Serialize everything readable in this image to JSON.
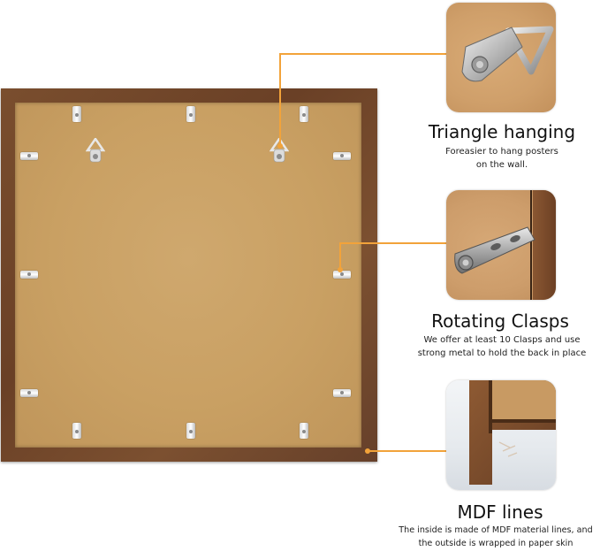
{
  "features": [
    {
      "title": "Triangle hanging",
      "description_lines": [
        "Foreasier to hang posters",
        "on the wall."
      ],
      "icon": "triangle-hanger-icon"
    },
    {
      "title": "Rotating Clasps",
      "description_lines": [
        "We offer at least 10 Clasps and use",
        "strong metal to hold the back in place"
      ],
      "icon": "rotating-clasp-icon"
    },
    {
      "title": "MDF lines",
      "description_lines": [
        "The inside is made of MDF material lines, and",
        "the outside is wrapped in paper skin"
      ],
      "icon": "mdf-corner-icon"
    }
  ],
  "colors": {
    "accent": "#f2a33a",
    "frame": "#6f4529",
    "backing": "#c9a063"
  }
}
